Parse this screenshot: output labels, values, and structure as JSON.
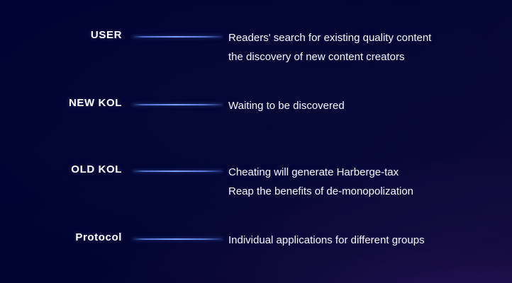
{
  "theme": {
    "background_dark": "#000430",
    "background_accent": "#140a33",
    "text_color": "#f4f5fb",
    "label_color": "#ffffff",
    "connector_color": "#7a9ef5"
  },
  "rows": [
    {
      "label": "USER",
      "lines": [
        "Readers' search for existing quality content",
        "the discovery of new content creators"
      ]
    },
    {
      "label": "NEW KOL",
      "lines": [
        "Waiting to be discovered"
      ]
    },
    {
      "label": "OLD KOL",
      "lines": [
        "Cheating will generate Harberge-tax",
        "Reap the benefits of de-monopolization"
      ]
    },
    {
      "label": "Protocol",
      "lines": [
        "Individual applications for different groups"
      ]
    }
  ]
}
